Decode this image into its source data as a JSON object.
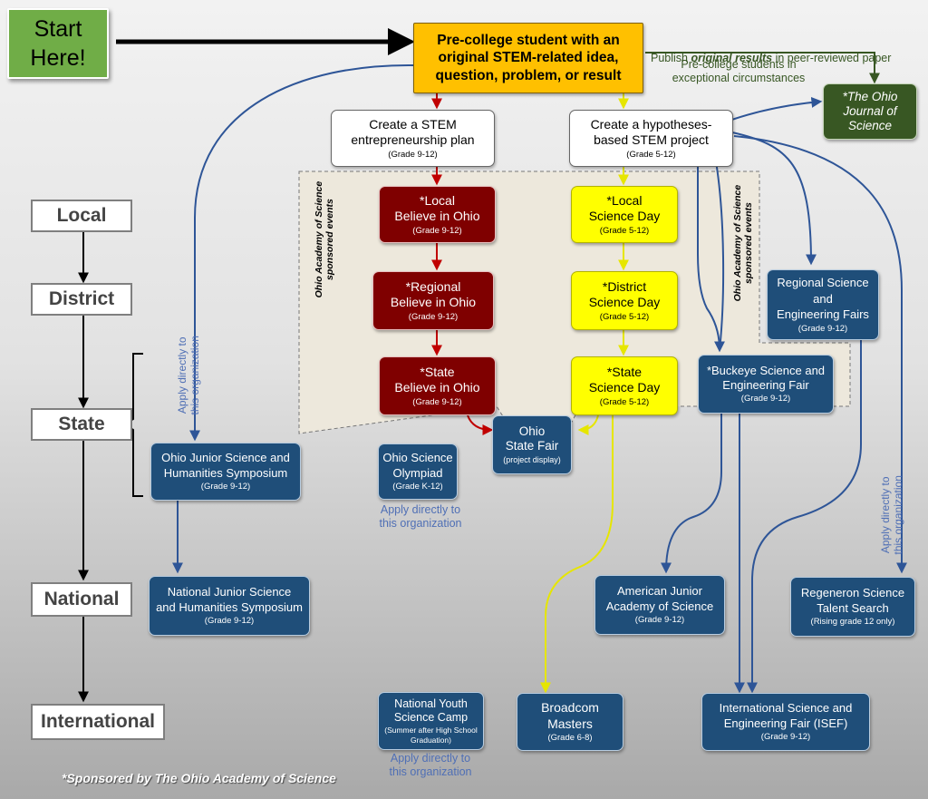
{
  "start": {
    "label": "Start\nHere!"
  },
  "top_box": {
    "label": "Pre-college student with an original STEM-related idea, question, problem, or result"
  },
  "publish_note": {
    "before": "Publish ",
    "emph": "original results",
    "after": " in peer-reviewed paper"
  },
  "exceptional_note": "Pre-college students in\nexceptional circumstances",
  "journal": {
    "label": "*The Ohio\nJournal of\nScience"
  },
  "plan_box": {
    "label": "Create a STEM\nentrepreneurship plan",
    "grade": "(Grade 9-12)"
  },
  "project_box": {
    "label": "Create a hypotheses-\nbased STEM project",
    "grade": "(Grade 5-12)"
  },
  "sponsored_label": "Ohio Academy of Science\nsponsored events",
  "levels": [
    "Local",
    "District",
    "State",
    "National",
    "International"
  ],
  "believe": [
    {
      "label": "*Local\nBelieve in Ohio",
      "grade": "(Grade 9-12)"
    },
    {
      "label": "*Regional\nBelieve in Ohio",
      "grade": "(Grade 9-12)"
    },
    {
      "label": "*State\nBelieve in Ohio",
      "grade": "(Grade 9-12)"
    }
  ],
  "science_day": [
    {
      "label": "*Local\nScience Day",
      "grade": "(Grade 5-12)"
    },
    {
      "label": "*District\nScience Day",
      "grade": "(Grade 5-12)"
    },
    {
      "label": "*State\nScience Day",
      "grade": "(Grade 5-12)"
    }
  ],
  "ohio_state_fair": {
    "label": "Ohio\nState Fair",
    "grade": "(project display)"
  },
  "regional_fairs": {
    "label": "Regional Science\nand\nEngineering Fairs",
    "grade": "(Grade 9-12)"
  },
  "buckeye": {
    "label": "*Buckeye Science and\nEngineering Fair",
    "grade": "(Grade 9-12)"
  },
  "jshs": {
    "label": "Ohio Junior Science and\nHumanities Symposium",
    "grade": "(Grade 9-12)"
  },
  "olympiad": {
    "label": "Ohio Science\nOlympiad",
    "grade": "(Grade K-12)"
  },
  "njshs": {
    "label": "National Junior Science\nand Humanities Symposium",
    "grade": "(Grade 9-12)"
  },
  "ajas": {
    "label": "American Junior\nAcademy of Science",
    "grade": "(Grade 9-12)"
  },
  "regeneron": {
    "label": "Regeneron Science\nTalent Search",
    "grade": "(Rising grade 12 only)"
  },
  "nysc": {
    "label": "National Youth\nScience Camp",
    "grade": "(Summer after High\nSchool Graduation)"
  },
  "broadcom": {
    "label": "Broadcom\nMasters",
    "grade": "(Grade 6-8)"
  },
  "isef": {
    "label": "International Science and\nEngineering Fair (ISEF)",
    "grade": "(Grade 9-12)"
  },
  "apply_note": "Apply directly to\nthis organization",
  "footer": "*Sponsored by The Ohio Academy of Science",
  "colors": {
    "blue": "#1f4e79",
    "red": "#7f0000",
    "yellow": "#ffff00",
    "orange": "#ffc000",
    "green": "#385723",
    "start_green": "#70ad47",
    "link_blue": "#2e5597"
  }
}
